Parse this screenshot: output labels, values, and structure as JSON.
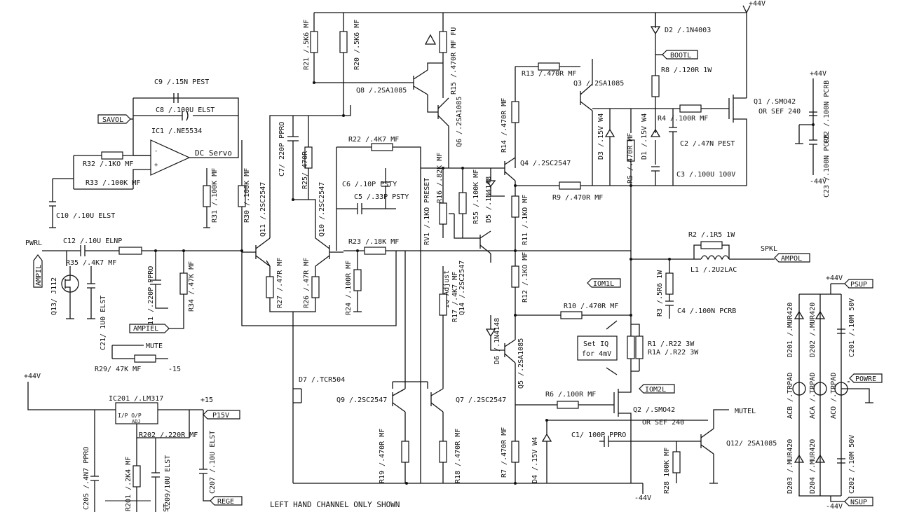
{
  "supply": {
    "pos": "+44V",
    "neg": "-44V",
    "p15": "+15",
    "m15": "-15"
  },
  "tags": {
    "savol": "SAVOL",
    "ampil": "AMPIL",
    "ampiel": "AMPIEL",
    "bootl": "BOOTL",
    "ampol": "AMPOL",
    "iom1l": "IOM1L",
    "iom2l": "IOM2L",
    "psup": "PSUP",
    "nsup": "NSUP",
    "powre": "POWRE",
    "p15v": "P15V",
    "rege": "REGE"
  },
  "nets": {
    "pwrl": "PWRL",
    "spkl": "SPKL",
    "mute": "MUTE",
    "mutel": "MUTEL"
  },
  "labels": {
    "c9": "C9 /.15N PEST",
    "c8": "C8 /.100U ELST",
    "ic1": "IC1 /.NE5534",
    "dcservo": "DC Servo",
    "r32": "R32 /.1KO MF",
    "r33": "R33 /.100K MF",
    "c10": "C10 /.10U ELST",
    "c12": "C12 /.10U ELNP",
    "r35": "R35 /.4K7 MF",
    "q13": "Q13/ J112",
    "c21": "C21/ 1U0 ELST",
    "r29": "R29/ 47K MF",
    "c11": "C11 /.220P PPRO",
    "r34": "R34 /.47K MF",
    "r31": "R31 /.100K MF",
    "r30": "R30 /.100K MF",
    "q11": "Q11 /.2SC2547",
    "r27": "R27 /.47R MF",
    "c7": "C7/ 220P PPRO",
    "r25": "R25/ 470R",
    "q10": "Q10 /.2SC2547",
    "r26": "R26 /.47R MF",
    "r21": "R21 /.5K6 MF",
    "r20": "R20 /.5K6 MF",
    "q8": "Q8 /.2SA1085",
    "r15": "R15 /.470R MF FU",
    "q6": "Q6 /.2SA1085",
    "r22": "R22 /.4K7 MF",
    "c6": "C6 /.10P PSTY",
    "c5": "C5 /.33P PSTY",
    "r23": "R23 /.18K MF",
    "r24": "R24 /.100R MF",
    "rv1": "RV1 /.1KO PRESET",
    "r16": "R16 /.82K MF",
    "iqadj": "IQ Adjust",
    "r17": "R17 /.4K7 MF",
    "q14": "Q14 /.2SC2547",
    "r55": "R55 /.100K MF",
    "d5": "D5 /.1N4148",
    "r13": "R13 /.470R MF",
    "r14": "R14 /.470R MF",
    "q3": "Q3 /.2SA1085",
    "q4": "Q4 /.2SC2547",
    "r11": "R11 /.1KO MF",
    "r9": "R9 /.470R MF",
    "d2": "D2 /.1N4003",
    "r8": "R8 /.120R 1W",
    "r4": "R4 /.100R MF",
    "d3": "D3 /.15V W4",
    "d1": "D1 /.15V W4",
    "r5": "R5 /.470R MF",
    "c2": "C2 /.47N PEST",
    "c3": "C3 /.100U 100V",
    "q1a": "Q1 /.SMO42",
    "q1b": "OR SEF 240",
    "c22": "C22 /.100N PCRB",
    "c23": "C23 /.100N PCRB",
    "r2": "R2 /.1R5 1W",
    "l1": "L1 /.2U2LAC",
    "r3": "R3 /.5R6 1W",
    "c4": "C4 /.100N PCRB",
    "r12": "R12 /.1KO MF",
    "r10": "R10 /.470R MF",
    "d6": "D6 /.1N4148",
    "q5": "Q5 /.2SA1085",
    "setiq1": "Set IQ",
    "setiq2": "for 4mV",
    "r1": "R1 /.R22 3W",
    "r1a": "R1A /.R22 3W",
    "r6": "R6 /.100R MF",
    "q2a": "Q2 /.SMO42",
    "q2b": "OR SEF 240",
    "c1": "C1/ 100P PPRO",
    "q12": "Q12/ 2SA1085",
    "r28": "R28 100K MF",
    "r7": "R7 /.470R MF",
    "d4": "D4 /.15V W4",
    "q7": "Q7 /.2SC2547",
    "q9": "Q9 /.2SC2547",
    "r19": "R19 /.470R MF",
    "r18": "R18 /.470R MF",
    "d7": "D7 /.TCR504",
    "ic201": "IC201 /.LM317",
    "ic_io": "I/P   O/P",
    "ic_adj": "ADJ",
    "r202": "R202 /.220R MF",
    "r201": "R201 /.2K4 MF",
    "c209": "C209/10U ELST",
    "c207": "C207 /.10U ELST",
    "c205": "C205 /.4N7 PPRO",
    "d201": "D201 /.MUR420",
    "d202": "D202 /.MUR420",
    "d203": "D203 /.MUR420",
    "d204": "D204 /.MUR420",
    "c201": "C201 /.10M 50V",
    "c202": "C202 /.10M 50V",
    "acb": "ACB /.TRPAD",
    "aca": "ACA /.TRPAD",
    "aco": "ACO /.TRPAD",
    "st": "ST"
  },
  "footer": "LEFT HAND CHANNEL ONLY SHOWN"
}
